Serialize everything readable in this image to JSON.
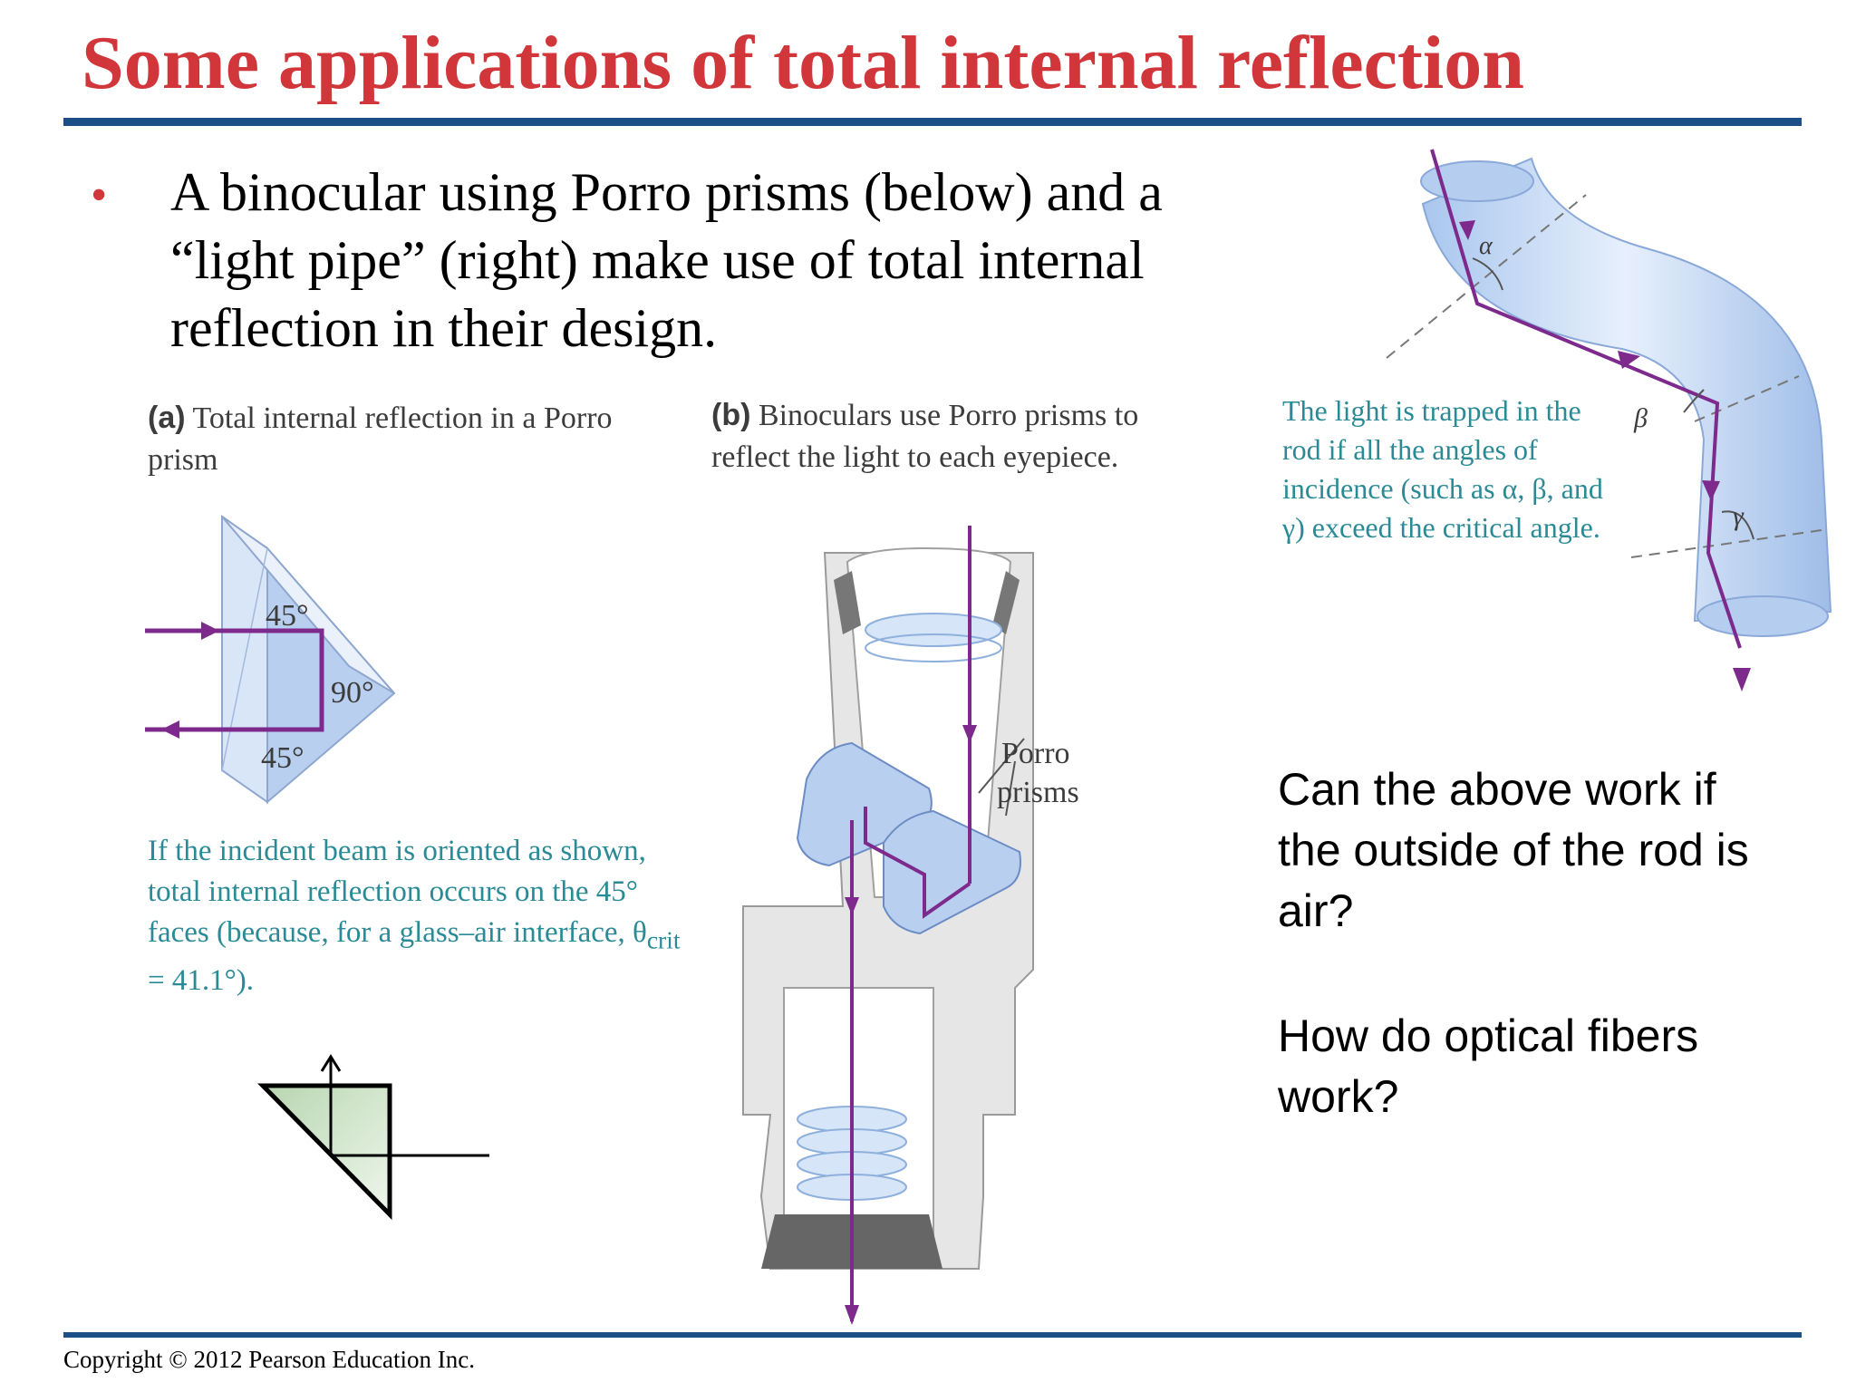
{
  "slide": {
    "title": "Some applications of total internal reflection",
    "bullet_symbol": "•",
    "bullet_text": "A binocular using Porro prisms (below) and a “light pipe” (right) make use of total internal reflection in their design.",
    "copyright": "Copyright © 2012 Pearson Education Inc."
  },
  "figure_a": {
    "letter": "(a)",
    "caption": "Total internal reflection in a Porro prism",
    "angle_top": "45°",
    "angle_right": "90°",
    "angle_bottom": "45°",
    "note": "If the incident beam is oriented as shown, total internal reflection occurs on the 45° faces (because, for a glass–air interface, θ",
    "note_sub": "crit",
    "note_end": " = 41.1°)."
  },
  "figure_b": {
    "letter": "(b)",
    "caption": "Binoculars use Porro prisms to reflect the light to each eyepiece.",
    "prism_label_1": "Porro",
    "prism_label_2": "prisms"
  },
  "figure_c": {
    "note": "The light is trapped in the rod if all the angles of incidence (such as α, β, and γ) exceed the critical angle.",
    "alpha": "α",
    "beta": "β",
    "gamma": "γ"
  },
  "questions": {
    "q1": "Can the above work if the outside of the rod is air?",
    "q2": "How do optical fibers work?"
  },
  "colors": {
    "title": "#d1363a",
    "rule": "#1d4f87",
    "ray": "#7d2a8c",
    "glass": "#b9cff0",
    "note": "#2a8a96"
  }
}
